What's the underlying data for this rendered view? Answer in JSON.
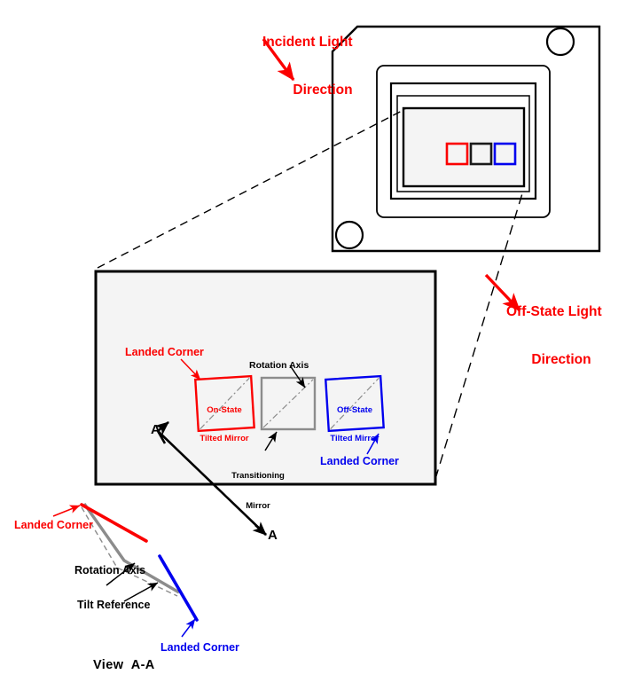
{
  "figure": {
    "title": "DMD mirror tilt states diagram",
    "background_color": "#ffffff",
    "colors": {
      "red": "#fb0000",
      "blue": "#0000ee",
      "black": "#000000",
      "gray": "#8c8c8c",
      "panel_fill": "#f4f4f4"
    }
  },
  "annotations": {
    "incident_light": "Incident Light\nDirection",
    "incident_light_line1": "Incident Light",
    "incident_light_line2": "Direction",
    "off_state_light_line1": "Off-State Light",
    "off_state_light_line2": "Direction",
    "view_label": "View  A-A",
    "section_marker_upper": "A",
    "section_marker_lower": "A"
  },
  "chip": {
    "name": "dmd-chip-package",
    "window_label": "",
    "pixels": [
      {
        "name": "on-state-pixel",
        "color": "#fb0000"
      },
      {
        "name": "transitioning-pixel",
        "color": "#1a1a1a"
      },
      {
        "name": "off-state-pixel",
        "color": "#0000ee"
      }
    ]
  },
  "detail_panel": {
    "mirrors": [
      {
        "id": "on-state",
        "label_line1": "On-State",
        "label_line2": "Tilted Mirror",
        "color": "#fb0000",
        "callout": "Landed Corner"
      },
      {
        "id": "transitioning",
        "label_line1": "",
        "label_line2": "",
        "color": "#8c8c8c",
        "callout_line1": "Transitioning",
        "callout_line2": "Mirror"
      },
      {
        "id": "off-state",
        "label_line1": "Off-State",
        "label_line2": "Tilted Mirror",
        "color": "#0000ee",
        "callout": "Landed Corner"
      }
    ],
    "rotation_axis_label": "Rotation Axis"
  },
  "section_view": {
    "title": "View  A-A",
    "callouts": [
      {
        "id": "landed-corner-red",
        "text": "Landed Corner",
        "color": "#fb0000"
      },
      {
        "id": "rotation-axis",
        "text": "Rotation Axis",
        "color": "#000000"
      },
      {
        "id": "tilt-reference",
        "text": "Tilt Reference",
        "color": "#000000"
      },
      {
        "id": "landed-corner-blue",
        "text": "Landed Corner",
        "color": "#0000ee"
      }
    ]
  }
}
